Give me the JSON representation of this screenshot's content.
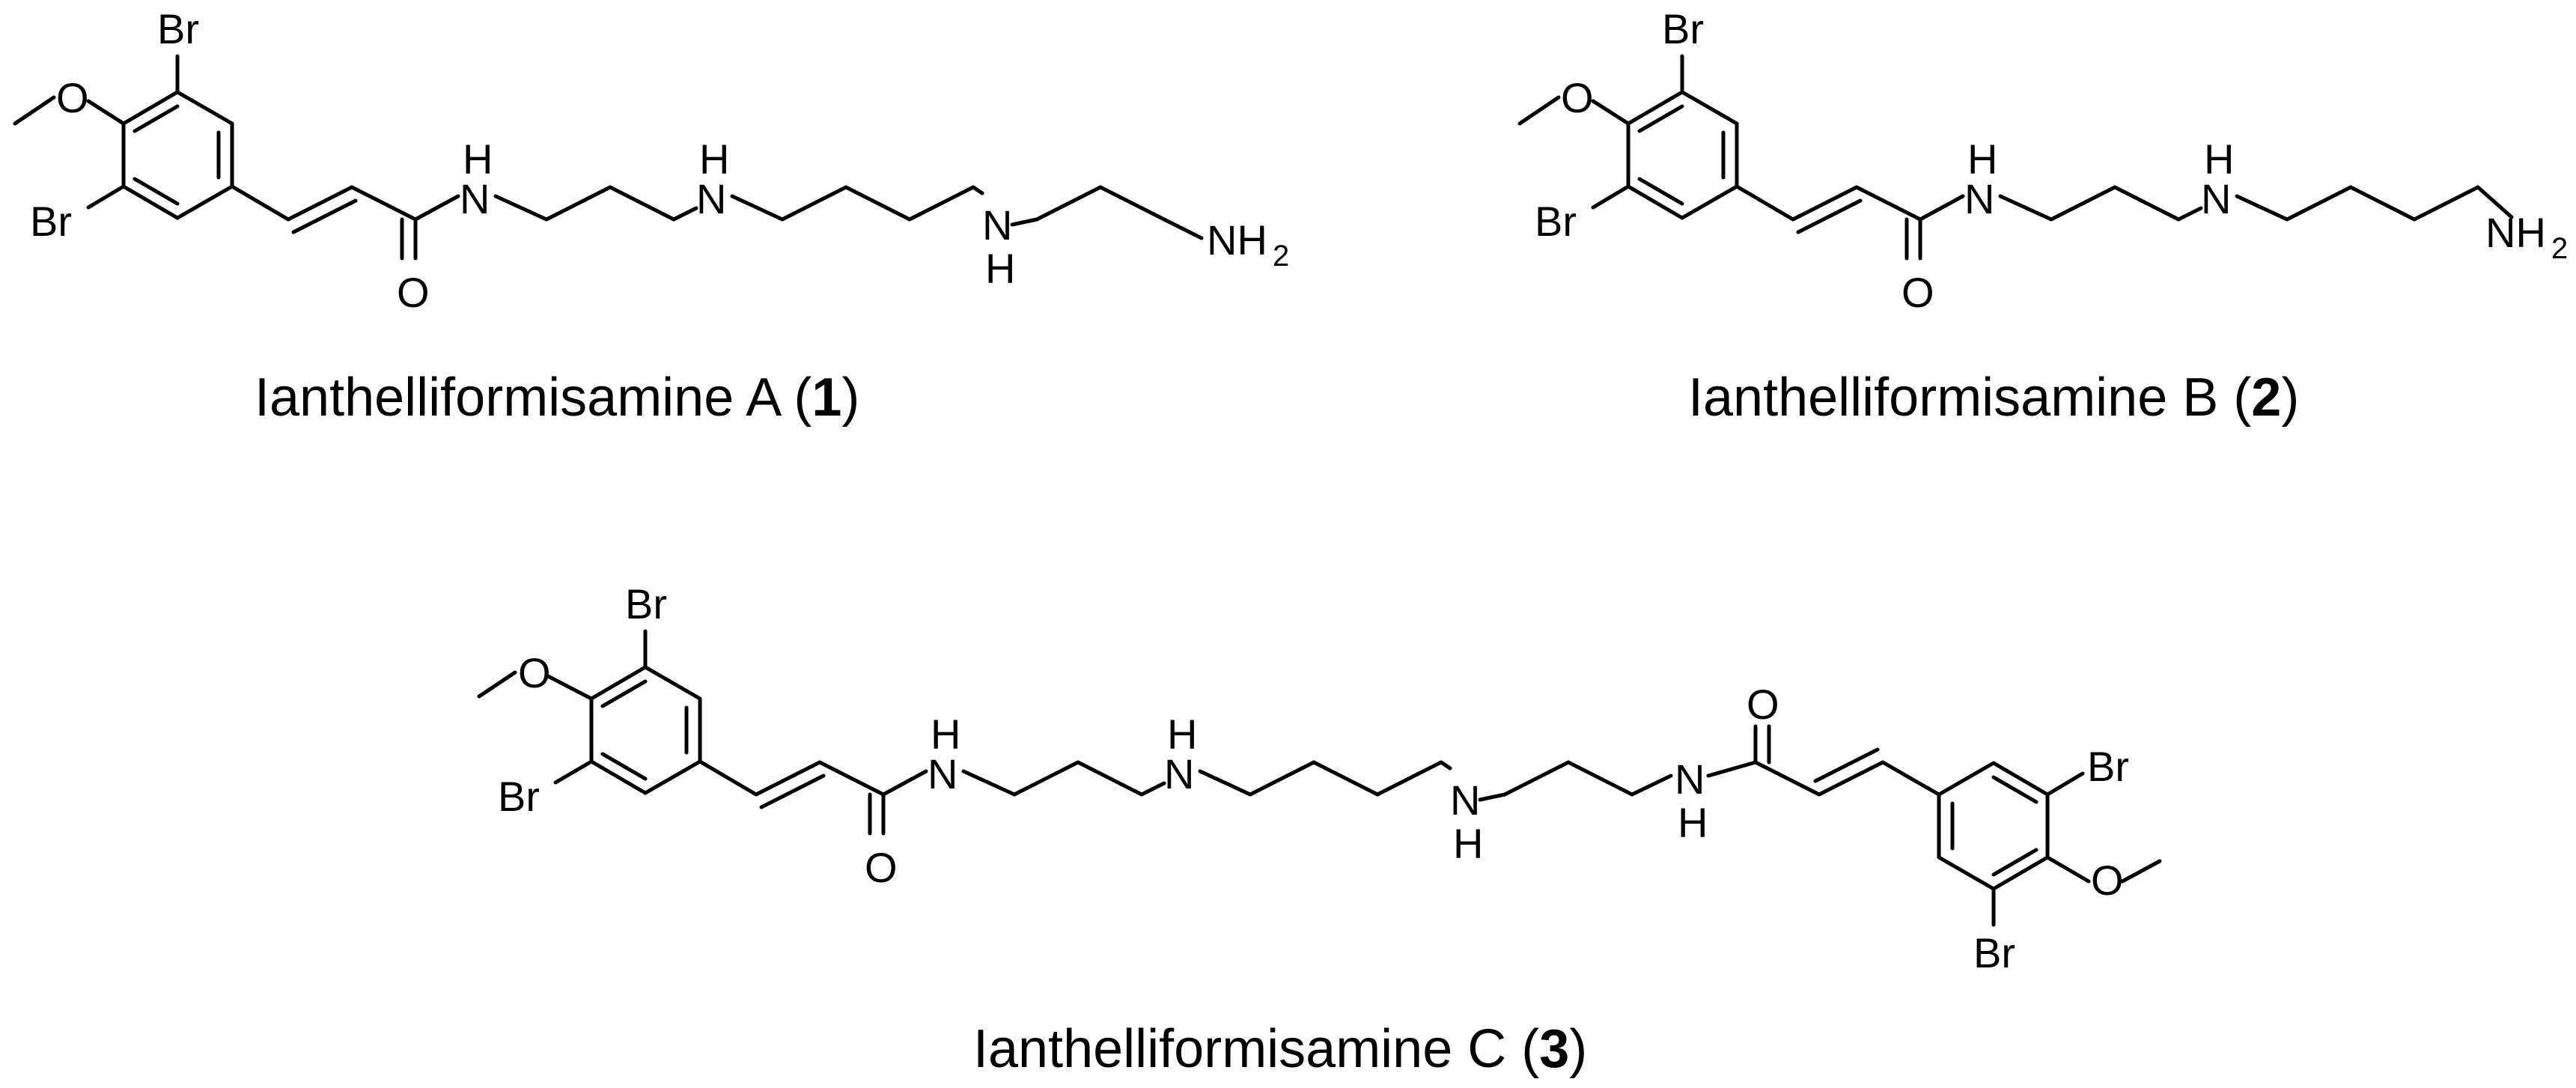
{
  "compounds": [
    {
      "name": "Ianthelliformisamine A",
      "number": "1",
      "atoms": {
        "br_top": "Br",
        "o_methoxy": "O",
        "br_bottom": "Br",
        "nh_amide_h": "H",
        "nh_amide_n": "N",
        "carbonyl_o": "O",
        "nh_1_h": "H",
        "nh_1_n": "N",
        "nh_2_n": "N",
        "nh_2_h": "H",
        "nh2_n": "NH",
        "nh2_sub": "2"
      }
    },
    {
      "name": "Ianthelliformisamine B",
      "number": "2",
      "atoms": {
        "br_top": "Br",
        "o_methoxy": "O",
        "br_bottom": "Br",
        "nh_amide_h": "H",
        "nh_amide_n": "N",
        "carbonyl_o": "O",
        "nh_1_h": "H",
        "nh_1_n": "N",
        "nh2_n": "NH",
        "nh2_sub": "2"
      }
    },
    {
      "name": "Ianthelliformisamine C",
      "number": "3",
      "atoms": {
        "br_top": "Br",
        "o_methoxy": "O",
        "br_bottom": "Br",
        "nh_amide_h": "H",
        "nh_amide_n": "N",
        "carbonyl_o": "O",
        "nh_1_h": "H",
        "nh_1_n": "N",
        "nh_2_n": "N",
        "nh_2_h": "H",
        "nh_amide2_n": "N",
        "nh_amide2_h": "H",
        "carbonyl2_o": "O",
        "br_top_r": "Br",
        "o_methoxy_r": "O",
        "br_bottom_r": "Br"
      }
    }
  ]
}
